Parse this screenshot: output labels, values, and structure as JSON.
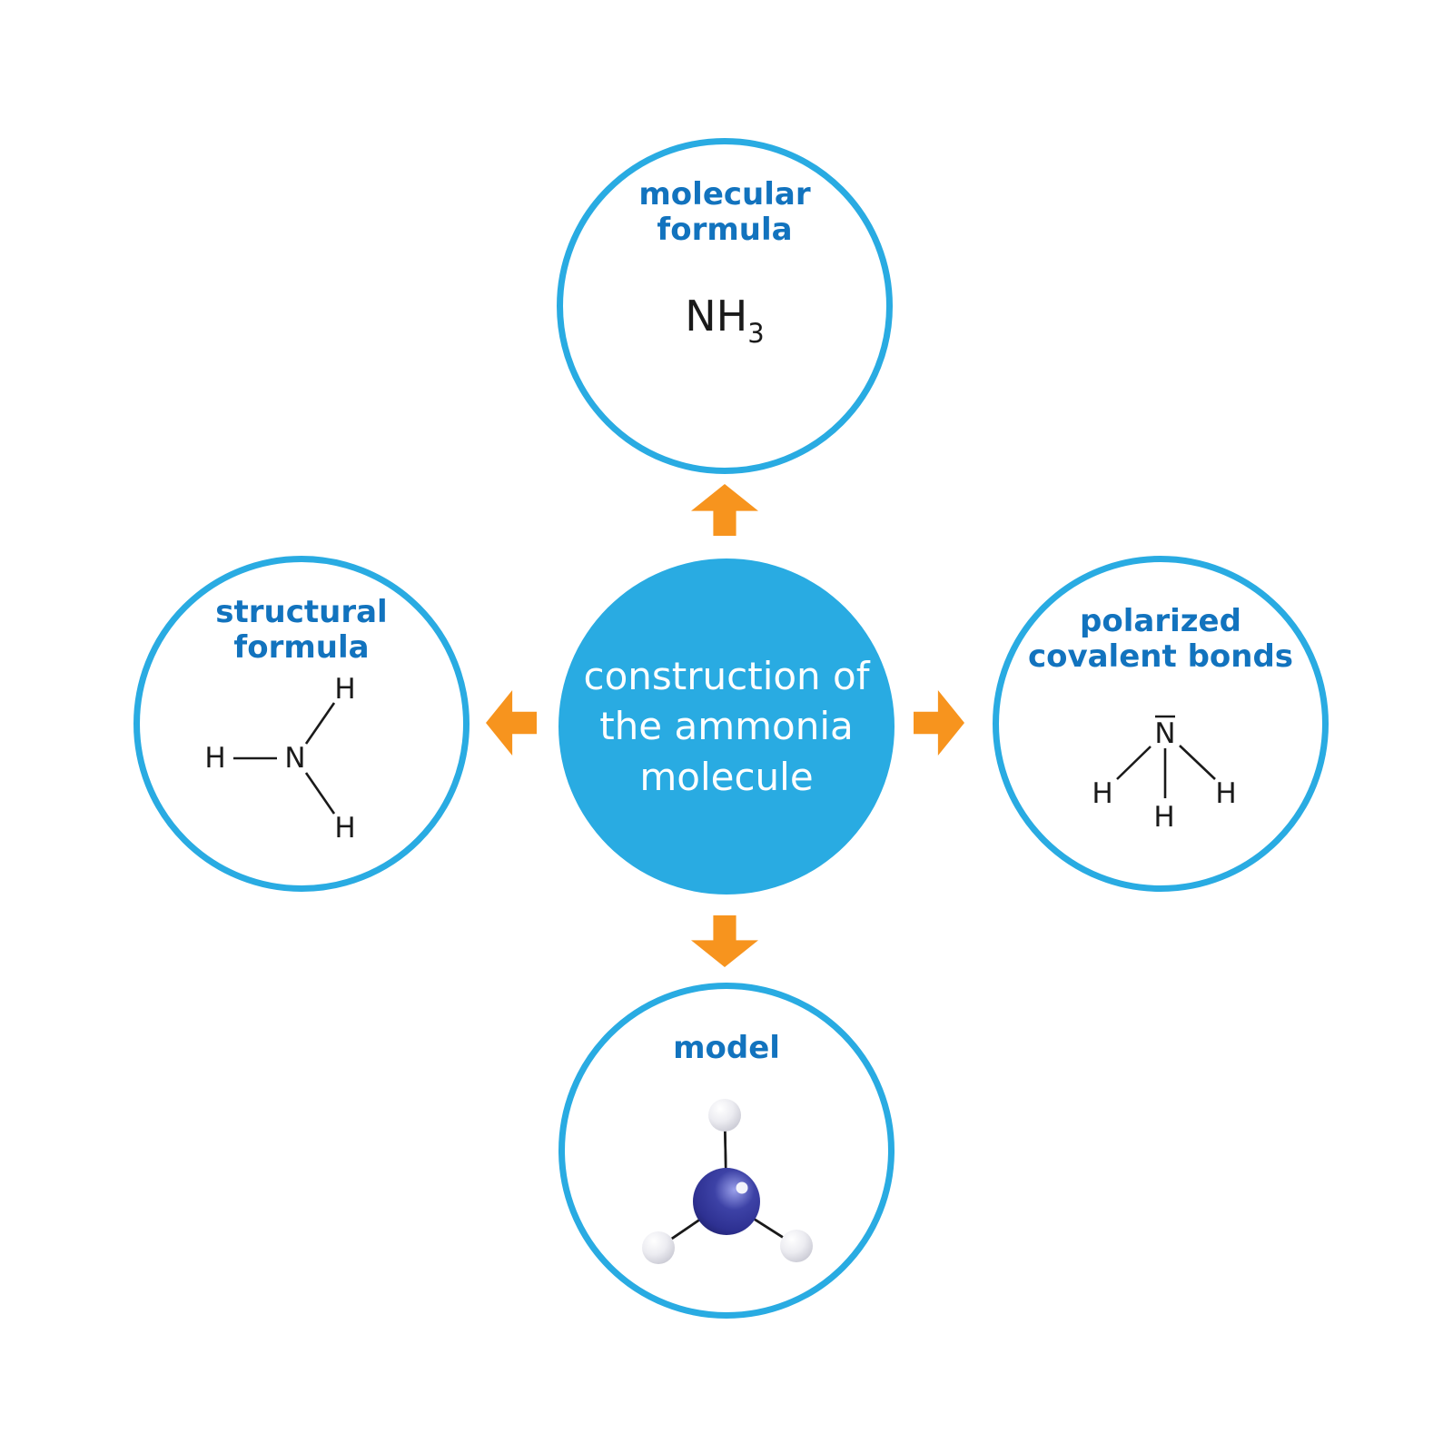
{
  "diagram": {
    "center": {
      "lines": [
        "construction of",
        "the ammonia",
        "molecule"
      ]
    },
    "nodes": {
      "top": {
        "label_lines": [
          "molecular",
          "formula"
        ],
        "formula_main": "NH",
        "formula_sub": "3"
      },
      "left": {
        "label_lines": [
          "structural",
          "formula"
        ],
        "atom_n": "N",
        "atom_h": "H"
      },
      "right": {
        "label_lines": [
          "polarized",
          "covalent bonds"
        ],
        "atom_n": "N",
        "atom_h": "H"
      },
      "bottom": {
        "label": "model"
      }
    }
  },
  "colors": {
    "circle_stroke": "#29ABE2",
    "center_fill": "#29ABE2",
    "label_blue": "#1273BE",
    "arrow_orange": "#F7941E",
    "center_text": "#FFFFFF",
    "bond_black": "#1A1A1A",
    "nitrogen_sphere": "#2E3192",
    "hydrogen_sphere": "#DADAE0"
  }
}
